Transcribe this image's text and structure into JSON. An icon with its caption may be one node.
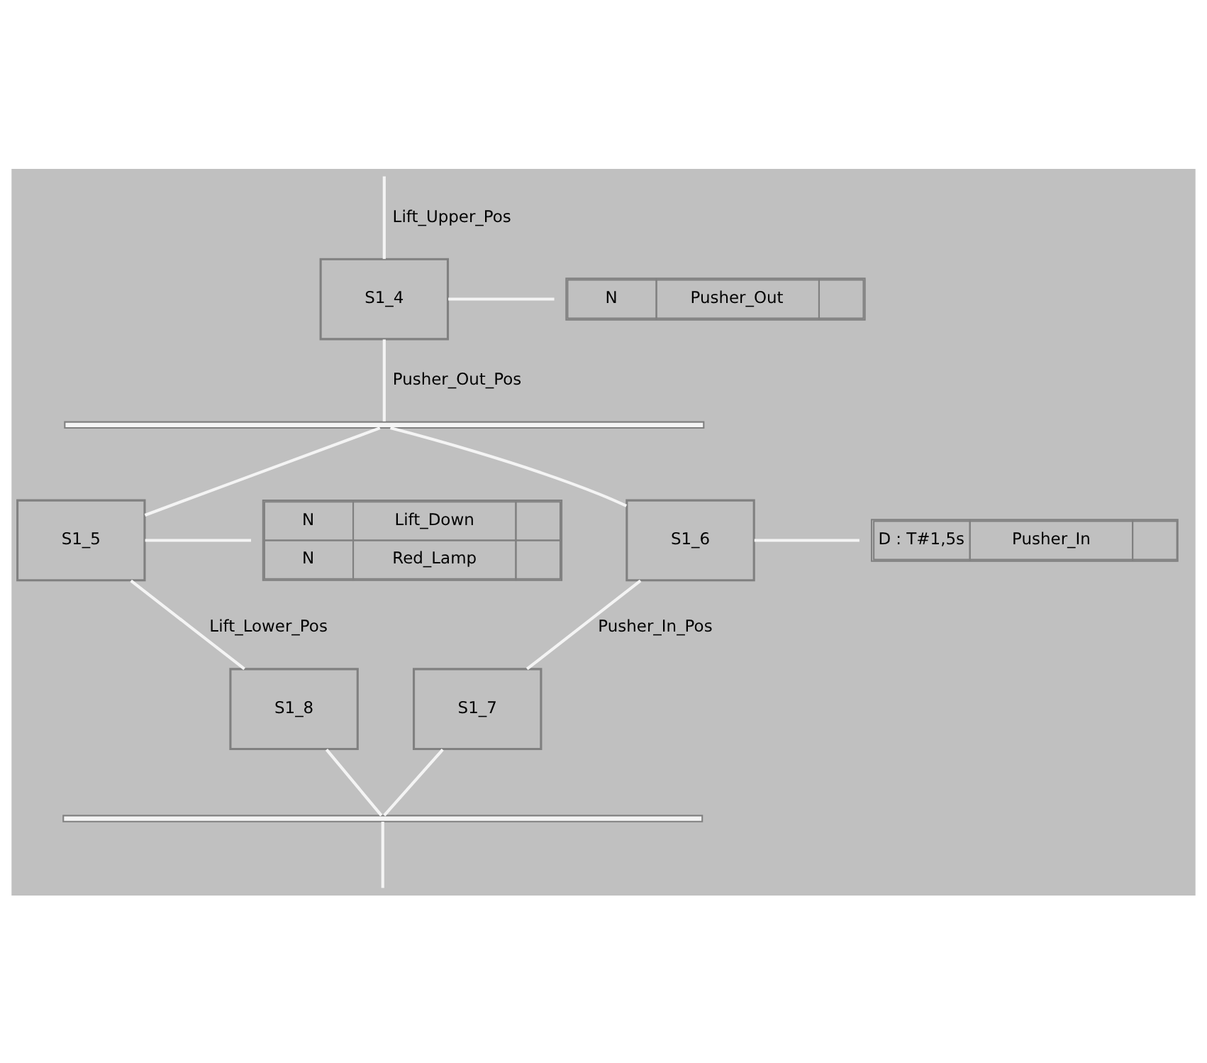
{
  "diagram": {
    "nodes": [
      {
        "text": [
          "S1_4"
        ]
      },
      {
        "text": [
          "N",
          "Pusher_Out"
        ]
      },
      {
        "text": [],
        "shape": "bar"
      },
      {
        "text": [
          "S1_5"
        ]
      },
      {
        "text": [
          "N",
          "Lift_Down",
          "N",
          "Red_Lamp"
        ]
      },
      {
        "text": [
          "S1_6"
        ]
      },
      {
        "text": [
          "D : T#1,5s",
          "Pusher_In"
        ]
      },
      {
        "text": [
          "S1_8"
        ]
      },
      {
        "text": [
          "S1_7"
        ]
      },
      {
        "text": [],
        "shape": "bar"
      }
    ],
    "edges": [
      {
        "from": null,
        "to": 0,
        "arrow": "none",
        "label": "Lift_Upper_Pos"
      },
      {
        "from": 0,
        "to": 1,
        "arrow": "none"
      },
      {
        "from": 0,
        "to": 2,
        "arrow": "none",
        "label": "Pusher_Out_Pos"
      },
      {
        "from": 2,
        "to": 3,
        "arrow": "none"
      },
      {
        "from": 2,
        "to": 5,
        "arrow": "none"
      },
      {
        "from": 3,
        "to": 4,
        "arrow": "none"
      },
      {
        "from": 5,
        "to": 6,
        "arrow": "none"
      },
      {
        "from": 3,
        "to": 7,
        "arrow": "none",
        "label": "Lift_Lower_Pos"
      },
      {
        "from": 5,
        "to": 8,
        "arrow": "none",
        "label": "Pusher_In_Pos"
      },
      {
        "from": 7,
        "to": 9,
        "arrow": "none"
      },
      {
        "from": 8,
        "to": 9,
        "arrow": "none"
      },
      {
        "from": 9,
        "to": null,
        "arrow": "none"
      }
    ]
  }
}
